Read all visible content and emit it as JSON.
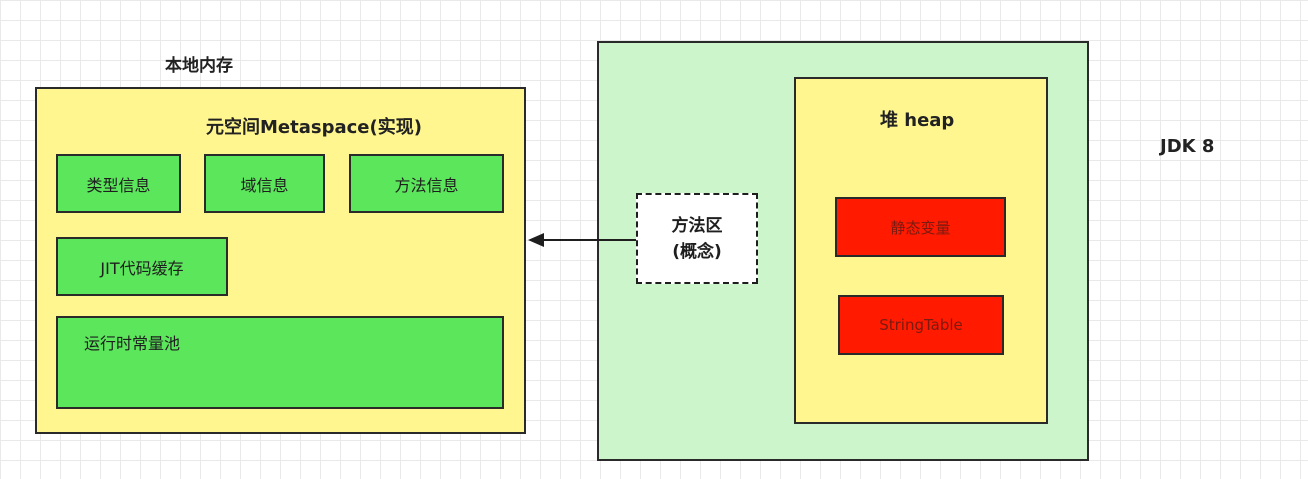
{
  "native_memory": {
    "title": "本地内存",
    "metaspace_title": "元空间Metaspace(实现)",
    "type_info": "类型信息",
    "field_info": "域信息",
    "method_info": "方法信息",
    "jit_cache": "JIT代码缓存",
    "runtime_constant_pool": "运行时常量池"
  },
  "jdk": {
    "label": "JDK 8",
    "method_area_line1": "方法区",
    "method_area_line2": "(概念)",
    "heap": {
      "title": "堆 heap",
      "static_vars": "静态变量",
      "string_table": "StringTable"
    }
  },
  "colors": {
    "native_memory_fill": "#fff68f",
    "component_fill": "#5ce65c",
    "jdk_fill": "#ccf5cc",
    "heap_fill": "#fff68f",
    "heap_item_fill": "#ff1a00"
  }
}
